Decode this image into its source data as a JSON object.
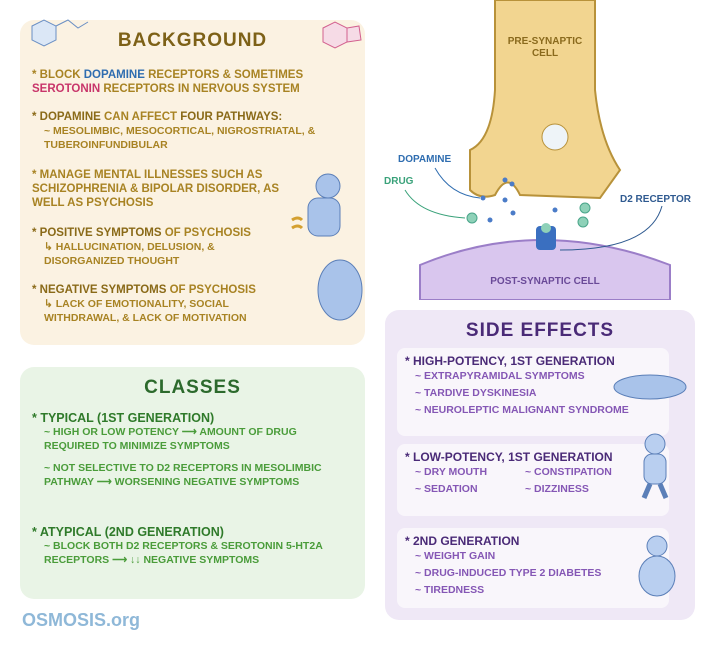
{
  "background": {
    "title": "BACKGROUND",
    "b1": {
      "p1": "* BLOCK ",
      "dopamine": "DOPAMINE",
      "p2": " RECEPTORS & SOMETIMES ",
      "serotonin": "SEROTONIN",
      "p3": " RECEPTORS in NERVOUS SYSTEM"
    },
    "b2": {
      "dopamine": "* DOPAMINE",
      "p1": " can AFFECT ",
      "four": "FOUR PATHWAYS:",
      "sub": "~ MESOLIMBIC, MESOCORTICAL, NIGROSTRIATAL, & TUBEROINFUNDIBULAR"
    },
    "b3": "* MANAGE MENTAL ILLNESSES SUCH as SCHIZOPHRENIA & BIPOLAR DISORDER, as WELL as PSYCHOSIS",
    "b4": {
      "head": "* POSITIVE SYMPTOMS",
      "p1": " of PSYCHOSIS",
      "sub": "↳ HALLUCINATION, DELUSION, & DISORGANIZED THOUGHT"
    },
    "b5": {
      "head": "* NEGATIVE SYMPTOMS",
      "p1": " of PSYCHOSIS",
      "sub": "↳ LACK of EMOTIONALITY, SOCIAL WITHDRAWAL, & LACK of MOTIVATION"
    }
  },
  "classes": {
    "title": "CLASSES",
    "typical": {
      "head": "* TYPICAL (1st GENERATION)",
      "items": [
        "~ HIGH or LOW POTENCY ⟶ AMOUNT of DRUG REQUIRED to MINIMIZE SYMPTOMS",
        "~ NOT SELECTIVE TO D2 RECEPTORS in MESOLIMBIC PATHWAY ⟶ WORSENING NEGATIVE SYMPTOMS"
      ]
    },
    "atypical": {
      "head": "* ATYPICAL (2nd GENERATION)",
      "items": [
        "~ BLOCK BOTH D2 RECEPTORS & SEROTONIN 5-HT2A RECEPTORS ⟶ ↓↓ NEGATIVE SYMPTOMS"
      ]
    }
  },
  "side_effects": {
    "title": "SIDE EFFECTS",
    "high": {
      "head": "* HIGH-POTENCY, 1st GENERATION",
      "items": [
        "~ EXTRAPYRAMIDAL SYMPTOMS",
        "~ TARDIVE DYSKINESIA",
        "~ NEUROLEPTIC MALIGNANT SYNDROME"
      ]
    },
    "low": {
      "head": "* LOW-POTENCY, 1st GENERATION",
      "items": [
        "~ DRY MOUTH",
        "~ CONSTIPATION",
        "~ SEDATION",
        "~ DIZZINESS"
      ]
    },
    "second": {
      "head": "* 2nd GENERATION",
      "items": [
        "~ WEIGHT GAIN",
        "~ DRUG-INDUCED TYPE 2 DIABETES",
        "~ TIREDNESS"
      ]
    }
  },
  "diagram": {
    "pre": [
      "PRE-SYNAPTIC",
      "CELL"
    ],
    "post": "POST-SYNAPTIC CELL",
    "dopamine": "DOPAMINE",
    "drug": "DRUG",
    "receptor": "D2 RECEPTOR"
  },
  "logo": "OSMOSIS.org",
  "colors": {
    "background_box": "#fbf2e2",
    "classes_box": "#e9f4e6",
    "side_effects_box": "#efe8f6",
    "dopamine": "#2f6db0",
    "serotonin": "#c8356a"
  }
}
